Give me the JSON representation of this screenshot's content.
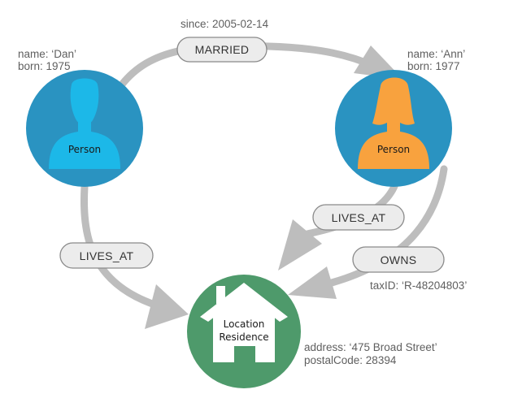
{
  "colors": {
    "person_dan_fill": "#2a93c1",
    "person_dan_icon": "#1cb8e8",
    "person_ann_fill": "#2a93c1",
    "person_ann_icon": "#f8a23e",
    "location_fill": "#4e9a6b",
    "location_icon": "#ffffff",
    "edge": "#bdbdbd",
    "pill_fill": "#ececec",
    "pill_stroke": "#8a8a8a",
    "property_text": "#5f5f5f"
  },
  "nodes": {
    "dan": {
      "label": "Person",
      "icon": "person-icon",
      "properties": [
        "name: ‘Dan’",
        "born: 1975"
      ]
    },
    "ann": {
      "label": "Person",
      "icon": "person-icon",
      "properties": [
        "name: ‘Ann’",
        "born: 1977"
      ]
    },
    "residence": {
      "labels": [
        "Location",
        "Residence"
      ],
      "icon": "house-icon",
      "properties": [
        "address: ‘475 Broad Street’",
        "postalCode: 28394"
      ]
    }
  },
  "relationships": {
    "married": {
      "type": "MARRIED",
      "properties": [
        "since: 2005-02-14"
      ]
    },
    "dan_lives_at": {
      "type": "LIVES_AT"
    },
    "ann_lives_at": {
      "type": "LIVES_AT"
    },
    "owns": {
      "type": "OWNS",
      "properties": [
        "taxID: ‘R-48204803’"
      ]
    }
  }
}
